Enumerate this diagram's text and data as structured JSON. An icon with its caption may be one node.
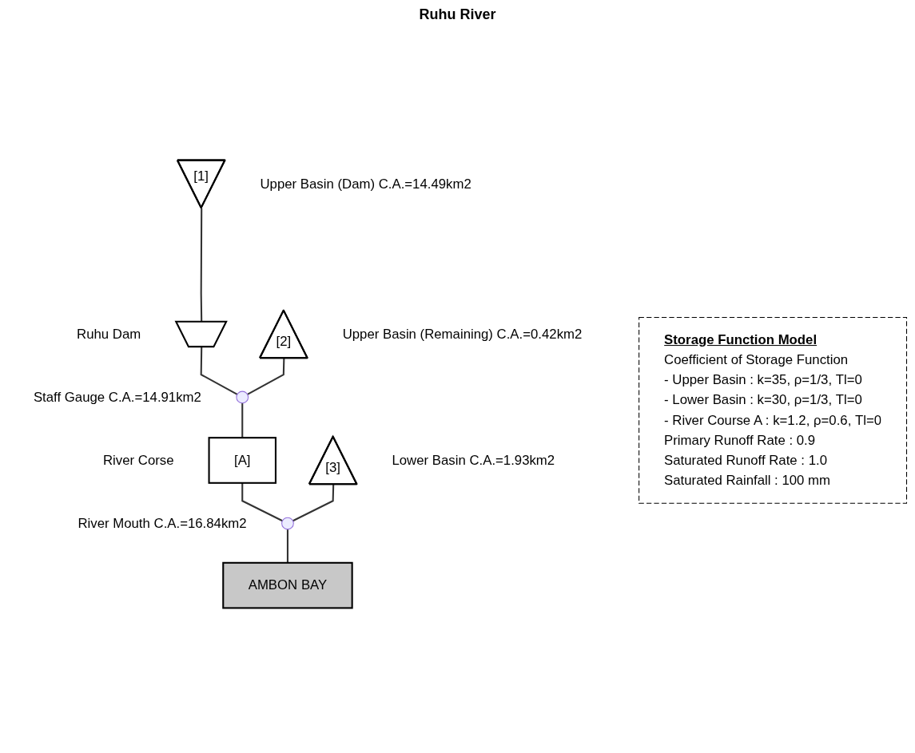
{
  "diagram": {
    "title": "Ruhu River",
    "nodes": [
      {
        "text": [
          "[1]"
        ],
        "beside": [
          "Upper Basin (Dam) C.A.=14.49km2"
        ]
      },
      {
        "text": [],
        "shape": "trapezoid",
        "beside": [
          "Ruhu Dam"
        ]
      },
      {
        "text": [
          "[2]"
        ],
        "beside": [
          "Upper Basin (Remaining) C.A.=0.42km2"
        ]
      },
      {
        "text": [],
        "shape": "circle",
        "beside": [
          "Staff Gauge C.A.=14.91km2"
        ]
      },
      {
        "text": [
          "[A]"
        ],
        "beside": [
          "River Corse"
        ]
      },
      {
        "text": [
          "[3]"
        ],
        "beside": [
          "Lower Basin C.A.=1.93km2"
        ]
      },
      {
        "text": [],
        "shape": "circle",
        "beside": [
          "River Mouth C.A.=16.84km2"
        ]
      },
      {
        "text": [
          "AMBON BAY"
        ]
      },
      {
        "text": [
          "Storage Function Model",
          "Coefficient of Storage Function",
          "- Upper Basin : k=35, ρ=1/3, Tl=0",
          "- Lower Basin : k=30, ρ=1/3, Tl=0",
          "- River Course A : k=1.2, ρ=0.6, Tl=0",
          "Primary Runoff Rate : 0.9",
          "Saturated Runoff Rate : 1.0",
          "Saturated Rainfall : 100 mm"
        ]
      }
    ],
    "edges": [
      {
        "from": 0,
        "to": 1,
        "arrow": "none"
      },
      {
        "from": 1,
        "to": 3,
        "arrow": "none"
      },
      {
        "from": 2,
        "to": 3,
        "arrow": "none"
      },
      {
        "from": 3,
        "to": 4,
        "arrow": "none"
      },
      {
        "from": 4,
        "to": 6,
        "arrow": "none"
      },
      {
        "from": 5,
        "to": 6,
        "arrow": "none"
      },
      {
        "from": 6,
        "to": 7,
        "arrow": "none"
      }
    ]
  }
}
